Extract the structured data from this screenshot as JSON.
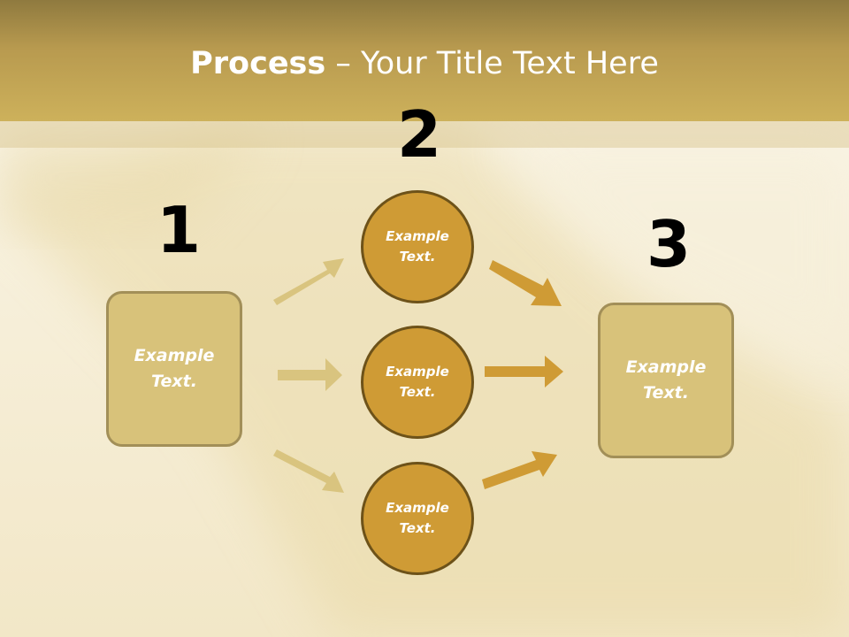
{
  "title": {
    "bold": "Process",
    "rest": " – Your Title Text Here"
  },
  "steps": {
    "one": "1",
    "two": "2",
    "three": "3"
  },
  "left_box": {
    "text": "Example\nText."
  },
  "circles": [
    {
      "text": "Example\nText."
    },
    {
      "text": "Example\nText."
    },
    {
      "text": "Example\nText."
    }
  ],
  "right_box": {
    "text": "Example\nText."
  },
  "colors": {
    "title_bar": "#b89a4f",
    "box_fill": "#d8c27a",
    "circle_fill": "#cf9b35",
    "arrow_light": "#d9c47f",
    "arrow_dark": "#cf9b35"
  }
}
